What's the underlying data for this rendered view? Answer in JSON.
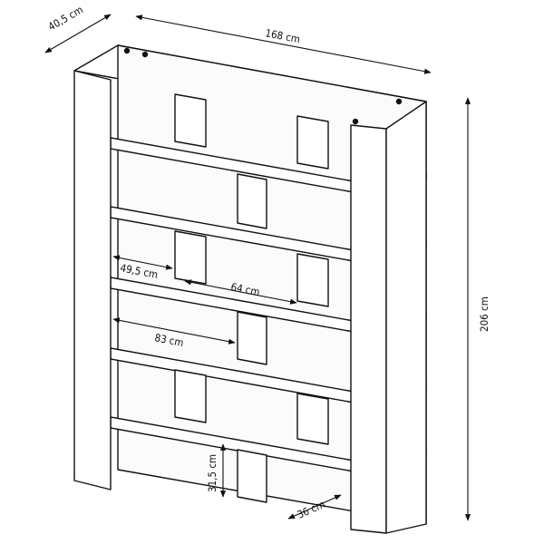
{
  "dimensions": {
    "depth": "40,5 cm",
    "width": "168 cm",
    "height": "206 cm",
    "cell_width_small": "49,5 cm",
    "divider_spacing": "64 cm",
    "cell_width_large": "83 cm",
    "cell_height": "31,5 cm",
    "shelf_depth": "36 cm"
  }
}
